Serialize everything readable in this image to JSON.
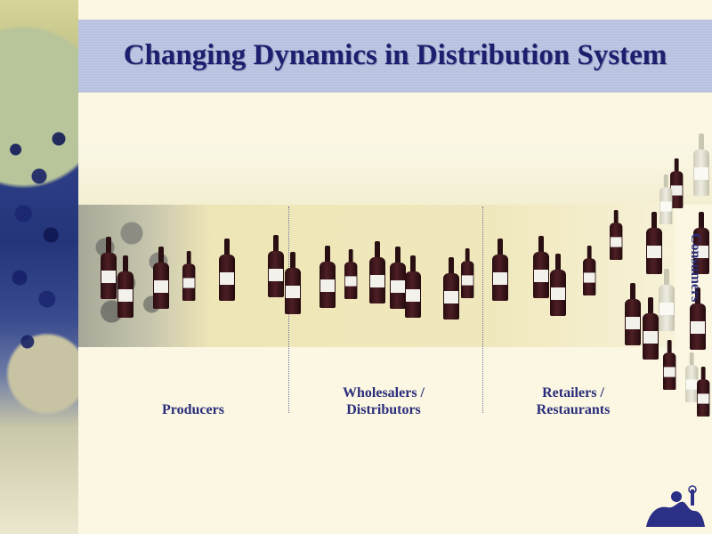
{
  "slide": {
    "title": "Changing Dynamics in Distribution System",
    "stages": [
      {
        "label": "Producers"
      },
      {
        "label": "Wholesalers / Distributors"
      },
      {
        "label": "Retailers / Restaurants"
      },
      {
        "label": "Consumers"
      }
    ]
  },
  "colors": {
    "title": "#1c1f6d",
    "band": "#b8c1df",
    "flow": "#efe6b6",
    "bottle": "#3b1418"
  },
  "icons": [
    "grape-photo",
    "wine-bottle-icon",
    "figure-logo-icon"
  ]
}
